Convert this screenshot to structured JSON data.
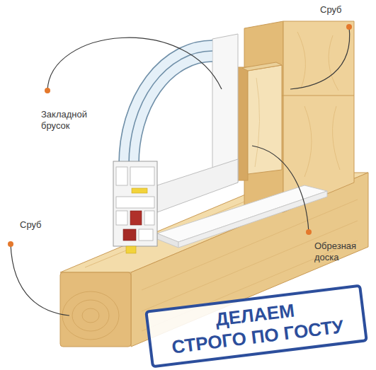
{
  "diagram": {
    "nodes": [
      {
        "text": [
          "ДЕЛАЕМ СТРОГО ПО ГОСТУ"
        ]
      }
    ],
    "labels": [
      "Сруб",
      "Закладной брусок",
      "Сруб",
      "Обрезная доска"
    ]
  }
}
